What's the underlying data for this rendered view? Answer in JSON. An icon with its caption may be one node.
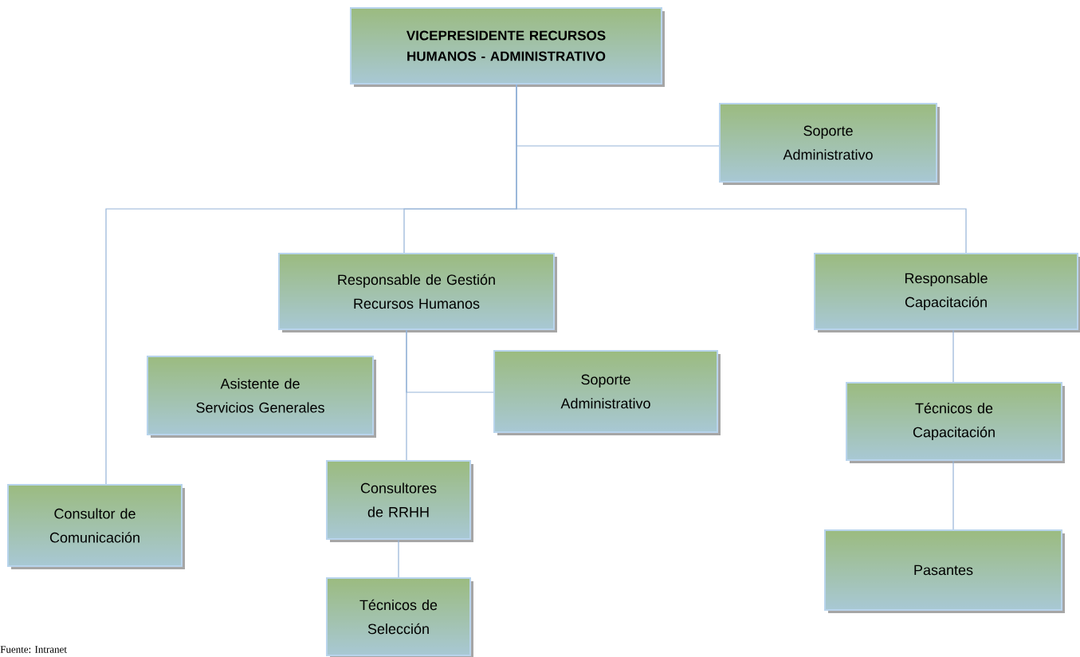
{
  "diagram": {
    "caption": "Fuente: Intranet",
    "nodes": [
      {
        "text": [
          "VICEPRESIDENTE RECURSOS HUMANOS - ADMINISTRATIVO"
        ]
      },
      {
        "text": [
          "Soporte Administrativo"
        ]
      },
      {
        "text": [
          "Responsable de Gestión Recursos Humanos"
        ]
      },
      {
        "text": [
          "Responsable Capacitación"
        ]
      },
      {
        "text": [
          "Asistente de Servicios Generales"
        ]
      },
      {
        "text": [
          "Soporte Administrativo"
        ]
      },
      {
        "text": [
          "Técnicos de Capacitación"
        ]
      },
      {
        "text": [
          "Consultor de Comunicación"
        ]
      },
      {
        "text": [
          "Consultores de RRHH"
        ]
      },
      {
        "text": [
          "Técnicos de Selección"
        ]
      },
      {
        "text": [
          "Pasantes"
        ]
      }
    ],
    "edges": [
      {
        "from": 0,
        "to": 1,
        "arrow": "none"
      },
      {
        "from": 0,
        "to": 7,
        "arrow": "none"
      },
      {
        "from": 0,
        "to": 2,
        "arrow": "none"
      },
      {
        "from": 0,
        "to": 3,
        "arrow": "none"
      },
      {
        "from": 2,
        "to": 5,
        "arrow": "none"
      },
      {
        "from": 2,
        "to": 8,
        "arrow": "none"
      },
      {
        "from": 8,
        "to": 9,
        "arrow": "none"
      },
      {
        "from": 3,
        "to": 6,
        "arrow": "none"
      },
      {
        "from": 6,
        "to": 10,
        "arrow": "none"
      }
    ]
  }
}
